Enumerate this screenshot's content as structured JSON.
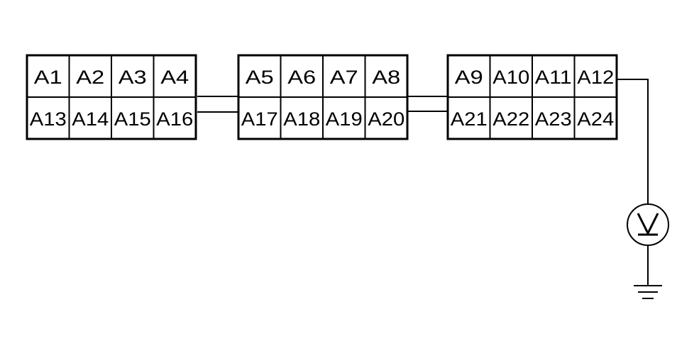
{
  "connector": {
    "blocks": [
      {
        "top": [
          "A1",
          "A2",
          "A3",
          "A4"
        ],
        "bottom": [
          "A13",
          "A14",
          "A15",
          "A16"
        ]
      },
      {
        "top": [
          "A5",
          "A6",
          "A7",
          "A8"
        ],
        "bottom": [
          "A17",
          "A18",
          "A19",
          "A20"
        ]
      },
      {
        "top": [
          "A9",
          "A10",
          "A11",
          "A12"
        ],
        "bottom": [
          "A21",
          "A22",
          "A23",
          "A24"
        ]
      }
    ]
  },
  "meter": {
    "icon": "voltmeter-icon",
    "probe_pin": "A12"
  },
  "ground": {
    "icon": "ground-icon"
  },
  "colors": {
    "line": "#000000",
    "background": "#ffffff"
  }
}
